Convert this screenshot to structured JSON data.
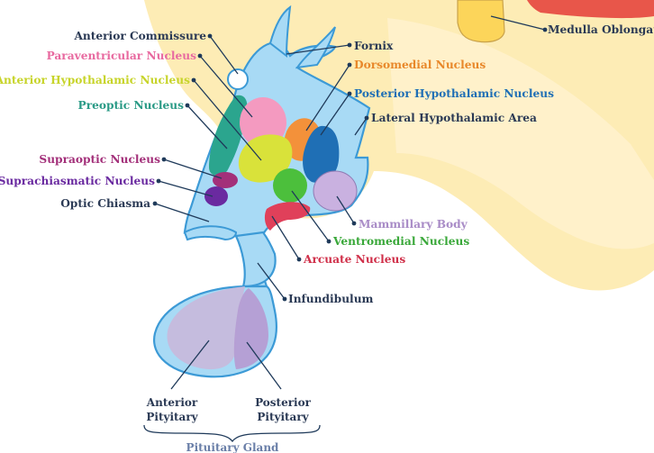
{
  "colors": {
    "brain_tissue": "#fde9a8",
    "hypothalamus_fill": "#a8daf5",
    "outline": "#3c9ad6",
    "leader_line": "#1f3a5a",
    "nucleus_text_default": "#2b3a55"
  },
  "labels": {
    "medulla_oblongata": "Medulla Oblongata",
    "anterior_commissure": "Anterior Commissure",
    "fornix": "Fornix",
    "paraventricular_nucleus": "Paraventricular Nucleus",
    "dorsomedial_nucleus": "Dorsomedial Nucleus",
    "anterior_hypothalamic_nucleus": "Anterior Hypothalamic Nucleus",
    "posterior_hypothalamic_nucleus": "Posterior Hypothalamic Nucleus",
    "preoptic_nucleus": "Preoptic Nucleus",
    "lateral_hypothalamic_area": "Lateral Hypothalamic Area",
    "supraoptic_nucleus": "Supraoptic Nucleus",
    "suprachiasmatic_nucleus": "Suprachiasmatic Nucleus",
    "optic_chiasma": "Optic Chiasma",
    "mammillary_body": "Mammillary Body",
    "ventromedial_nucleus": "Ventromedial Nucleus",
    "arcuate_nucleus": "Arcuate Nucleus",
    "infundibulum": "Infundibulum",
    "anterior_pituitary_line1": "Anterior",
    "anterior_pituitary_line2": "Pityitary",
    "posterior_pituitary_line1": "Posterior",
    "posterior_pituitary_line2": "Pityitary",
    "pituitary_gland": "Pituitary Gland"
  },
  "label_colors": {
    "medulla_oblongata": "#2b3a55",
    "anterior_commissure": "#2b3a55",
    "fornix": "#2b3a55",
    "paraventricular_nucleus": "#e86aa0",
    "dorsomedial_nucleus": "#e8882a",
    "anterior_hypothalamic_nucleus": "#c7d42a",
    "posterior_hypothalamic_nucleus": "#1f6fb5",
    "preoptic_nucleus": "#2a9a86",
    "lateral_hypothalamic_area": "#2b3a55",
    "supraoptic_nucleus": "#a3307a",
    "suprachiasmatic_nucleus": "#6a2aa0",
    "optic_chiasma": "#2b3a55",
    "mammillary_body": "#a98cc7",
    "ventromedial_nucleus": "#3aa83a",
    "arcuate_nucleus": "#d0304a",
    "infundibulum": "#2b3a55",
    "anterior_pituitary": "#2b3a55",
    "posterior_pituitary": "#2b3a55",
    "pituitary_gland": "#6a7fa8"
  },
  "region_colors": {
    "paraventricular": "#f49ac0",
    "dorsomedial": "#f3913a",
    "anterior_hypothalamic": "#d9e23a",
    "posterior_hypothalamic": "#1f6fb5",
    "preoptic": "#2ba58e",
    "supraoptic": "#a3307a",
    "suprachiasmatic": "#6a2aa0",
    "mammillary": "#c9b1e0",
    "ventromedial": "#4cbf3c",
    "arcuate": "#e0405a",
    "pituitary": "#c8b8dc"
  }
}
